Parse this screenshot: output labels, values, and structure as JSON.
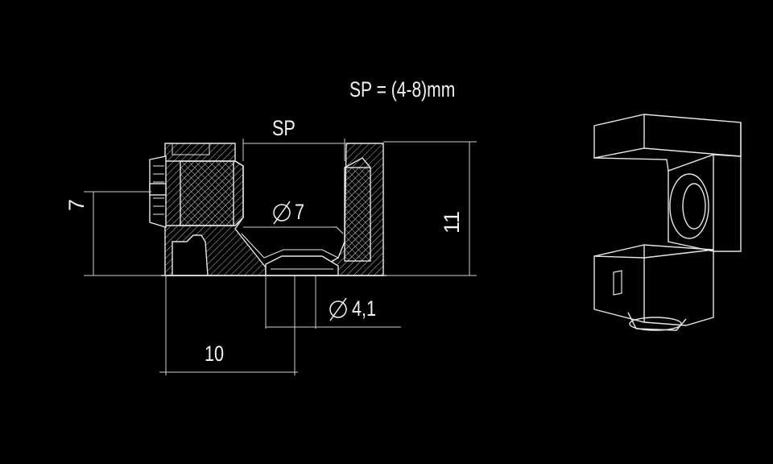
{
  "specification": {
    "sp_range": "SP = (4-8)mm"
  },
  "dimensions": {
    "sp": "SP",
    "diameter_7": "7",
    "diameter_4_1": "4,1",
    "height_7": "7",
    "height_11": "11",
    "width_10": "10"
  },
  "colors": {
    "background": "#000000",
    "line": "#e6e6e6"
  }
}
